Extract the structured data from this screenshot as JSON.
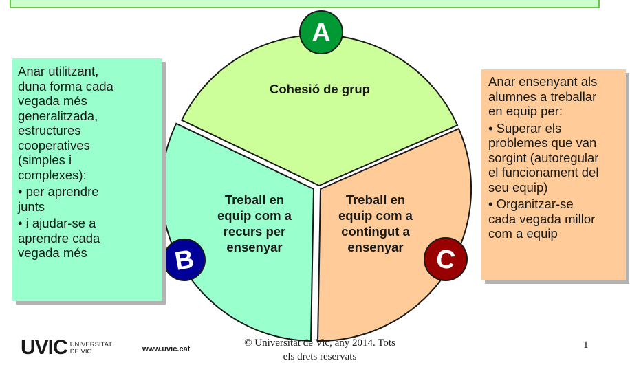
{
  "diagram": {
    "segments": [
      {
        "letter": "A",
        "lines": [
          "Cohesió de grup"
        ],
        "fill": "#ccff99"
      },
      {
        "letter": "B",
        "lines": [
          "Treball en",
          "equip com a",
          "recurs per",
          "ensenyar"
        ],
        "fill": "#99ffcc"
      },
      {
        "letter": "C",
        "lines": [
          "Treball en",
          "equip com a",
          "contingut a",
          "ensenyar"
        ],
        "fill": "#ffcc99"
      }
    ],
    "badge_colors": {
      "A": "#009933",
      "B": "#000099",
      "C": "#990000"
    }
  },
  "left_box": {
    "lines": [
      "Anar utilitzant,",
      "duna forma cada",
      "vegada més",
      "generalitzada,",
      "estructures",
      "cooperatives",
      "(simples i",
      "complexes):",
      "• per aprendre",
      "junts",
      "• i ajudar-se a",
      "aprendre cada",
      "vegada més"
    ]
  },
  "right_box": {
    "lines": [
      "Anar ensenyant als",
      "alumnes a treballar",
      "en equip per:",
      "• Superar els",
      "problemes que van",
      "sorgint (autoregular",
      "el funcionament del",
      "seu equip)",
      "• Organitzar-se",
      "cada vegada millor",
      "com a equip"
    ]
  },
  "footer": {
    "logo_main": "UVIC",
    "logo_sub_1": "UNIVERSITAT",
    "logo_sub_2": "DE VIC",
    "website": "www.uvic.cat",
    "copyright_1": "© Universitat de Vic, any 2014. Tots",
    "copyright_2": "els drets reservats",
    "page_number": "1"
  }
}
